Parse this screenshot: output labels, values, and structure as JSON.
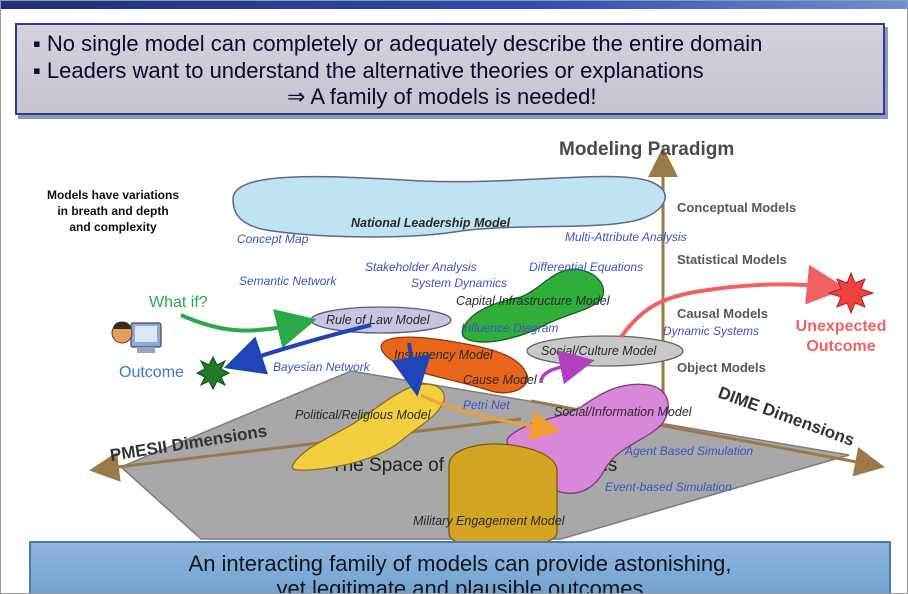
{
  "header": {
    "line1": "▪ No single model can completely or adequately describe the entire domain",
    "line2": "▪ Leaders want to understand the alternative theories or explanations",
    "line3": "⇒ A family of models is needed!"
  },
  "footer": {
    "line1": "An interacting family of models can provide astonishing,",
    "line2": "yet legitimate and plausible outcomes"
  },
  "diagram": {
    "axis_vertical": "Modeling Paradigm",
    "axis_left": "PMESII Dimensions",
    "axis_right": "DIME Dimensions",
    "side_note": [
      "Models have variations",
      "in breath and depth",
      "and complexity"
    ],
    "paradigms": [
      "Conceptual Models",
      "Statistical Models",
      "Causal Models",
      "Object Models"
    ],
    "techniques": [
      "Concept Map",
      "Multi-Attribute Analysis",
      "Semantic Network",
      "Stakeholder Analysis",
      "Differential Equations",
      "System Dynamics",
      "Influence Diagram",
      "Dynamic Systems",
      "Bayesian Network",
      "Petri Net",
      "Agent Based Simulation",
      "Event-based Simulation"
    ],
    "models": [
      "National Leadership Model",
      "Capital Infrastructure Model",
      "Rule of Law Model",
      "Insurgency Model",
      "Social/Culture Model",
      "Political/Religious Model",
      "Social/Information Model",
      "Military Engagement Model"
    ],
    "models_short": {
      "cause": "Cause Model"
    },
    "plane_label": "The Space of PMESII Interactions",
    "what_if": "What if?",
    "outcome": "Outcome",
    "unexpected_outcome": [
      "Unexpected",
      "Outcome"
    ]
  },
  "colors": {
    "national": "#bfe3f2",
    "capital": "#2fae3a",
    "rule": "#c6c6e0",
    "insurgency": "#e8651a",
    "social_culture": "#c8c8c8",
    "political": "#f3cf3f",
    "social_info": "#d987d8",
    "military": "#d4a423",
    "plane": "#9a9a9a",
    "axis": "#9b7a4a",
    "unexpected": "#f06262",
    "green_arrow": "#2aa84a",
    "blue_arrow": "#1f44b8"
  },
  "icons": [
    "person-computer-icon",
    "starburst-icon",
    "red-starburst-icon"
  ]
}
